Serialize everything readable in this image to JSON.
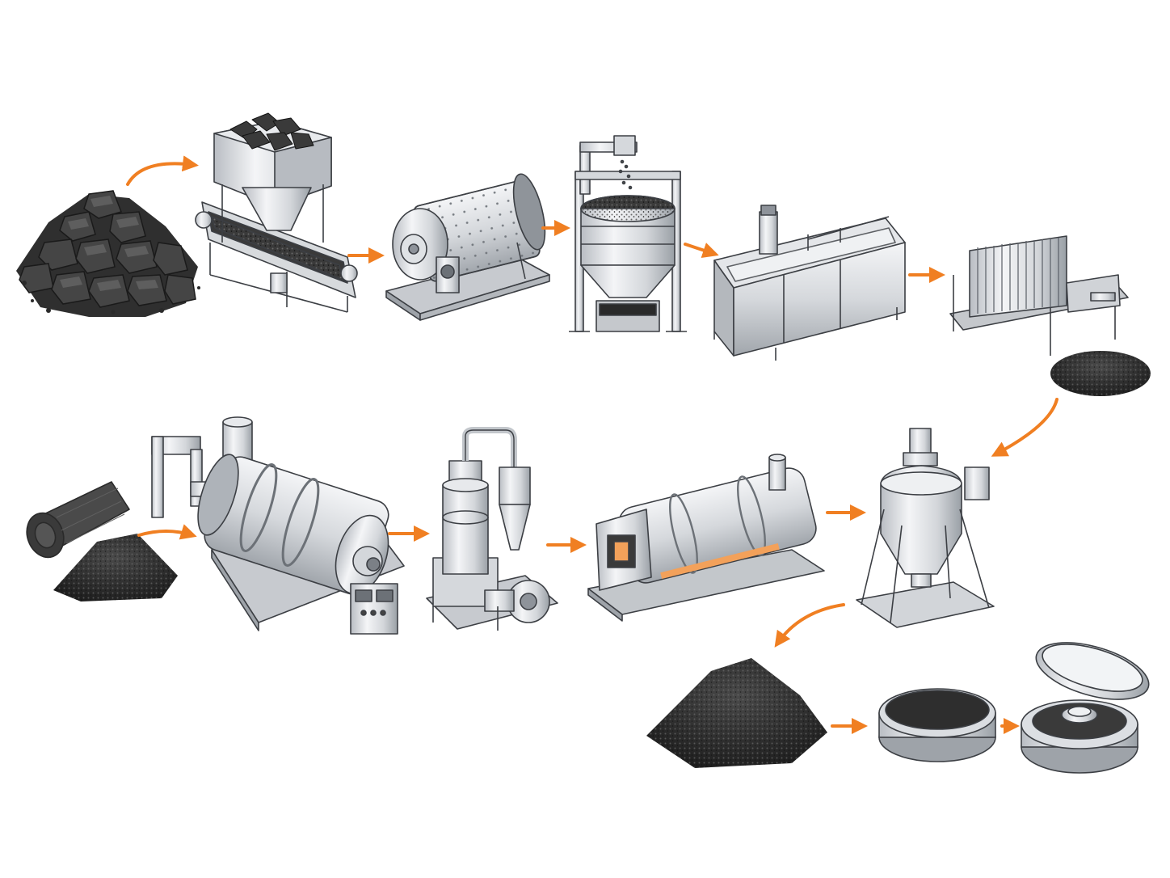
{
  "diagram": {
    "kind": "process-flow",
    "text_labels": [],
    "colors": {
      "background": "#ffffff",
      "arrow": "#f07f22",
      "lump": "#3a3a3a",
      "lump_light": "#5a5a5a",
      "powder": "#2b2b2b",
      "metal_light": "#eef0f2",
      "metal_mid": "#c9ccd1",
      "metal_dark": "#8e939a",
      "outline": "#3c3f44",
      "furnace_glow": "#f3a15a"
    },
    "stages": [
      {
        "id": "raw-lumps",
        "icon": "coal-lumps-pile-icon"
      },
      {
        "id": "hopper-feeder",
        "icon": "hopper-feeder-icon"
      },
      {
        "id": "ball-mill",
        "icon": "ball-mill-icon"
      },
      {
        "id": "vibrating-sieve",
        "icon": "vibrating-sieve-icon"
      },
      {
        "id": "purification-tank",
        "icon": "agitated-tank-icon"
      },
      {
        "id": "filter-press",
        "icon": "filter-press-icon"
      },
      {
        "id": "wood-and-char",
        "icon": "log-and-powder-icon"
      },
      {
        "id": "rotary-kiln",
        "icon": "rotary-kiln-icon"
      },
      {
        "id": "cyclone-mill",
        "icon": "cyclone-grinder-icon"
      },
      {
        "id": "tube-furnace",
        "icon": "tube-furnace-icon"
      },
      {
        "id": "mixing-hopper",
        "icon": "mixing-hopper-icon"
      },
      {
        "id": "final-powder",
        "icon": "powder-pile-icon"
      },
      {
        "id": "electrode-disc",
        "icon": "electrode-disc-icon"
      },
      {
        "id": "coin-cell",
        "icon": "coin-cell-icon"
      }
    ],
    "flow": [
      [
        "raw-lumps",
        "hopper-feeder"
      ],
      [
        "hopper-feeder",
        "ball-mill"
      ],
      [
        "ball-mill",
        "vibrating-sieve"
      ],
      [
        "vibrating-sieve",
        "purification-tank"
      ],
      [
        "purification-tank",
        "filter-press"
      ],
      [
        "filter-press",
        "mixing-hopper"
      ],
      [
        "wood-and-char",
        "rotary-kiln"
      ],
      [
        "rotary-kiln",
        "cyclone-mill"
      ],
      [
        "cyclone-mill",
        "tube-furnace"
      ],
      [
        "tube-furnace",
        "mixing-hopper"
      ],
      [
        "mixing-hopper",
        "final-powder"
      ],
      [
        "final-powder",
        "electrode-disc"
      ],
      [
        "electrode-disc",
        "coin-cell"
      ]
    ]
  }
}
